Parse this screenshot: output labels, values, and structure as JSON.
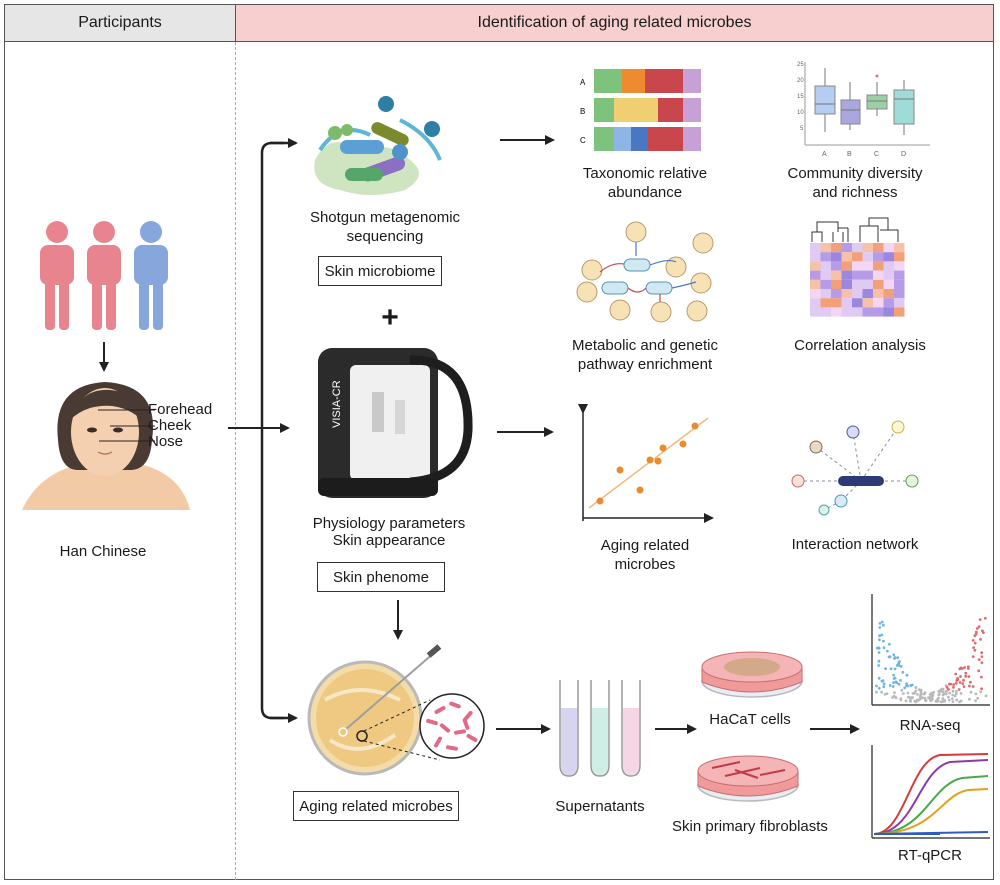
{
  "header": {
    "left": "Participants",
    "right": "Identification of aging related microbes"
  },
  "participants": {
    "face_labels": [
      "Forehead",
      "Cheek",
      "Nose"
    ],
    "population": "Han Chinese"
  },
  "microbiome": {
    "method_line1": "Shotgun metagenomic",
    "method_line2": "sequencing",
    "box": "Skin microbiome",
    "plus": "+"
  },
  "phenome": {
    "device_brand": "VISIA-CR",
    "line1": "Physiology parameters",
    "line2": "Skin appearance",
    "box": "Skin phenome"
  },
  "analyses": {
    "taxonomy_line1": "Taxonomic relative",
    "taxonomy_line2": "abundance",
    "diversity_line1": "Community diversity",
    "diversity_line2": "and richness",
    "pathway_line1": "Metabolic and genetic",
    "pathway_line2": "pathway enrichment",
    "correlation": "Correlation analysis",
    "aging_line1": "Aging related",
    "aging_line2": "microbes",
    "network": "Interaction network"
  },
  "bar_rows": [
    "A",
    "B",
    "C"
  ],
  "boxplot_xticks": [
    "A",
    "B",
    "C",
    "D"
  ],
  "boxplot_yticks": [
    "25",
    "20",
    "15",
    "10",
    "5"
  ],
  "validation": {
    "box": "Aging related microbes",
    "supernatants": "Supernatants",
    "hacat": "HaCaT cells",
    "fibroblasts": "Skin primary fibroblasts",
    "rnaseq": "RNA-seq",
    "rtqpcr": "RT-qPCR"
  },
  "colors": {
    "person_pink": "#e8848e",
    "person_blue": "#86a6dc",
    "header_pink": "#f7cfcf",
    "header_gray": "#e6e6e6"
  }
}
